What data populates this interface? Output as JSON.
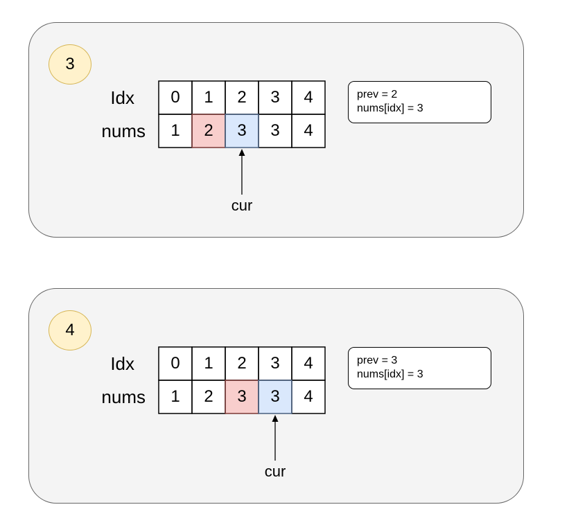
{
  "steps": [
    {
      "step": "3",
      "idx_label": "Idx",
      "nums_label": "nums",
      "idx": [
        "0",
        "1",
        "2",
        "3",
        "4"
      ],
      "nums": [
        "1",
        "2",
        "3",
        "3",
        "4"
      ],
      "prev_cell": 1,
      "cur_cell": 2,
      "note": [
        "prev = 2",
        "nums[idx] = 3"
      ],
      "pointer_label": "cur"
    },
    {
      "step": "4",
      "idx_label": "Idx",
      "nums_label": "nums",
      "idx": [
        "0",
        "1",
        "2",
        "3",
        "4"
      ],
      "nums": [
        "1",
        "2",
        "3",
        "3",
        "4"
      ],
      "prev_cell": 2,
      "cur_cell": 3,
      "note": [
        "prev = 3",
        "nums[idx] = 3"
      ],
      "pointer_label": "cur"
    }
  ],
  "colors": {
    "prev_fill": "#f8cecc",
    "prev_stroke": "#b85450",
    "cur_fill": "#dae8fc",
    "cur_stroke": "#6c8ebf"
  }
}
